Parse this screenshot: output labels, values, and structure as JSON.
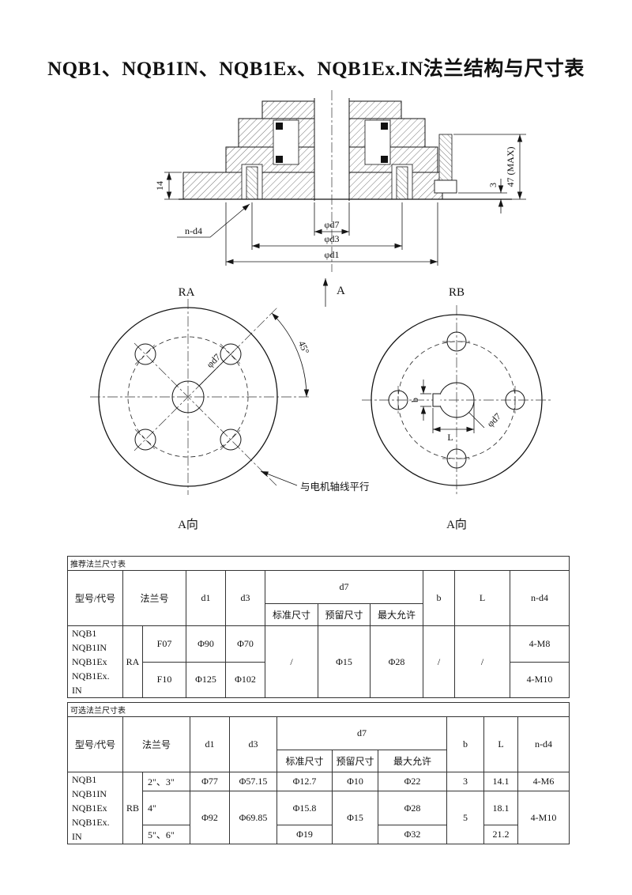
{
  "title": "NQB1、NQB1IN、NQB1Ex、NQB1Ex.IN法兰结构与尺寸表",
  "drawing": {
    "section": {
      "dim_plate_thickness": "14",
      "dim_max_height": "47 (MAX)",
      "dim_gap": "3",
      "dim_d7": "φd7",
      "dim_d3": "φd3",
      "dim_d1": "φd1",
      "bolt_holes": "n-d4",
      "section_mark": "A"
    },
    "ra": {
      "label": "RA",
      "view_label": "A向",
      "dim_d7": "φd7",
      "dim_angle": "45°",
      "note": "与电机轴线平行"
    },
    "rb": {
      "label": "RB",
      "view_label": "A向",
      "dim_d7": "φd7",
      "dim_b": "b",
      "dim_L": "L"
    }
  },
  "recommended_table": {
    "caption": "推荐法兰尺寸表",
    "headers": {
      "model": "型号/代号",
      "flange": "法兰号",
      "d1": "d1",
      "d3": "d3",
      "d7": "d7",
      "standard": "标准尺寸",
      "reserved": "预留尺寸",
      "max": "最大允许",
      "b": "b",
      "L": "L",
      "nd4": "n-d4"
    },
    "model": "NQB1\nNQB1IN\nNQB1Ex\nNQB1Ex. IN",
    "group": "RA",
    "rows": [
      {
        "flange": "F07",
        "d1": "Φ90",
        "d3": "Φ70",
        "nd4": "4-M8"
      },
      {
        "flange": "F10",
        "d1": "Φ125",
        "d3": "Φ102",
        "nd4": "4-M10"
      }
    ],
    "shared": {
      "standard": "/",
      "reserved": "Φ15",
      "max": "Φ28",
      "b": "/",
      "L": "/"
    }
  },
  "optional_table": {
    "caption": "可选法兰尺寸表",
    "headers": {
      "model": "型号/代号",
      "flange": "法兰号",
      "d1": "d1",
      "d3": "d3",
      "d7": "d7",
      "standard": "标准尺寸",
      "reserved": "预留尺寸",
      "max": "最大允许",
      "b": "b",
      "L": "L",
      "nd4": "n-d4"
    },
    "model": "NQB1\nNQB1IN\nNQB1Ex\nNQB1Ex. IN",
    "group": "RB",
    "row1": {
      "flange": "2\"、3\"",
      "d1": "Φ77",
      "d3": "Φ57.15",
      "standard": "Φ12.7",
      "reserved": "Φ10",
      "max": "Φ22",
      "b": "3",
      "L": "14.1",
      "nd4": "4-M6"
    },
    "row2": {
      "flange": "4\"",
      "d1": "Φ92",
      "d3": "Φ69.85",
      "standard": "Φ15.8",
      "reserved": "Φ15",
      "max": "Φ28",
      "b": "5",
      "L": "18.1",
      "nd4": "4-M10"
    },
    "row3": {
      "flange": "5\"、6\"",
      "standard": "Φ19",
      "max": "Φ32",
      "L": "21.2"
    }
  }
}
